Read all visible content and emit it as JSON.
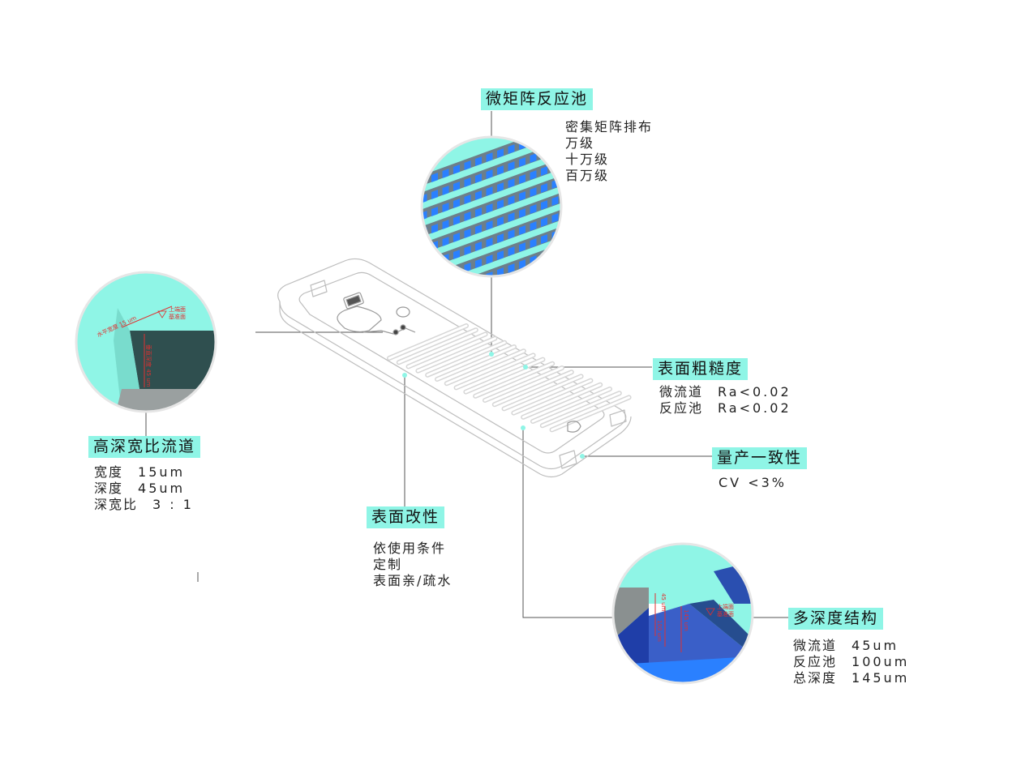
{
  "colors": {
    "accent": "#8ff5e6",
    "blue": "#2a80ff",
    "dark": "#2c4a4a",
    "line": "#555555",
    "chip": "#c8c8c8"
  },
  "callouts": {
    "reactor": {
      "title": "微矩阵反应池",
      "lines": [
        "密集矩阵排布",
        "万级",
        "十万级",
        "百万级"
      ]
    },
    "roughness": {
      "title": "表面粗糙度",
      "rows": [
        {
          "k": "微流道",
          "v": "Ra<0.02"
        },
        {
          "k": "反应池",
          "v": "Ra<0.02"
        }
      ]
    },
    "consistency": {
      "title": "量产一致性",
      "value": "CV <3%"
    },
    "channel": {
      "title": "高深宽比流道",
      "rows": [
        {
          "k": "宽度",
          "v": "15um"
        },
        {
          "k": "深度",
          "v": "45um"
        },
        {
          "k": "深宽比",
          "v": "3 : 1"
        }
      ]
    },
    "modify": {
      "title": "表面改性",
      "lines": [
        "依使用条件",
        "定制",
        "表面亲/疏水"
      ]
    },
    "multidepth": {
      "title": "多深度结构",
      "rows": [
        {
          "k": "微流道",
          "v": "45um"
        },
        {
          "k": "反应池",
          "v": "100um"
        },
        {
          "k": "总深度",
          "v": "145um"
        }
      ]
    }
  },
  "detail_left": {
    "width_label": "水平宽度 15 um",
    "depth_label": "垂直深度 45 um",
    "ref_top": "上端面",
    "ref_base": "基准面"
  },
  "detail_right": {
    "d1": "45 um",
    "d2": "100 um",
    "d3": "145 um",
    "ref_top": "上端面",
    "ref_base": "基准面"
  }
}
